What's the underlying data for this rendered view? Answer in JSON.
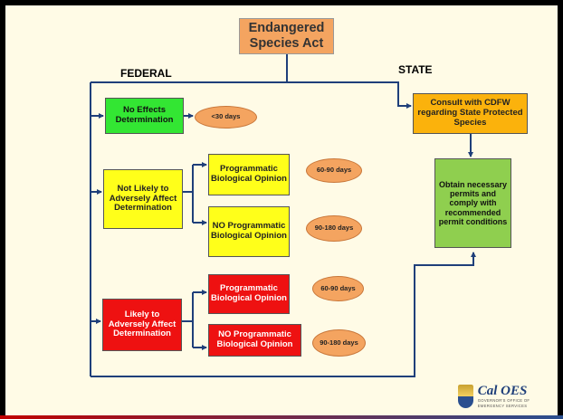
{
  "title": "Endangered Species Act",
  "labels": {
    "federal": "FEDERAL",
    "state": "STATE"
  },
  "federal": {
    "no_effects": "No Effects Determination",
    "nlaa": "Not Likely to Adversely Affect Determination",
    "laa": "Likely to Adversely Affect Determination",
    "nlaa_prog": "Programmatic Biological Opinion",
    "nlaa_noprog": "NO Programmatic Biological Opinion",
    "laa_prog": "Programmatic Biological Opinion",
    "laa_noprog": "NO Programmatic Biological Opinion"
  },
  "durations": {
    "lt30": "<30 days",
    "nlaa_prog": "60-90 days",
    "nlaa_noprog": "90-180 days",
    "laa_prog": "60-90 days",
    "laa_noprog": "90-180 days"
  },
  "state": {
    "consult": "Consult with CDFW regarding State Protected Species",
    "permits": "Obtain necessary permits and comply with recommended permit conditions"
  },
  "logo": {
    "name": "Cal OES",
    "subtitle": "GOVERNOR'S OFFICE OF EMERGENCY SERVICES"
  },
  "colors": {
    "title_box": "#f4a460",
    "no_effects": "#33e633",
    "nlaa": "#ffff1a",
    "laa": "#ee1111",
    "state_consult": "#fbb20c",
    "state_permits": "#8fcf4f",
    "connector": "#1f3f7a"
  }
}
